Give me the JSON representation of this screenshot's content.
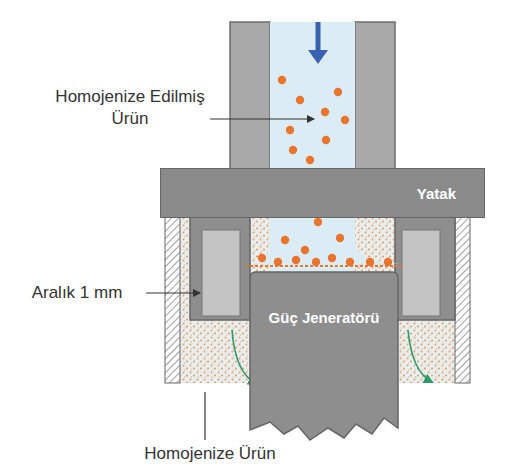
{
  "diagram": {
    "nodes": [
      {
        "text": [
          "Yatak"
        ]
      },
      {
        "text": [
          "Güç Jeneratörü"
        ]
      }
    ],
    "labels": [
      "Homojenize Edilmiş Ürün",
      "Aralık 1 mm",
      "Homojenize Ürün"
    ]
  }
}
